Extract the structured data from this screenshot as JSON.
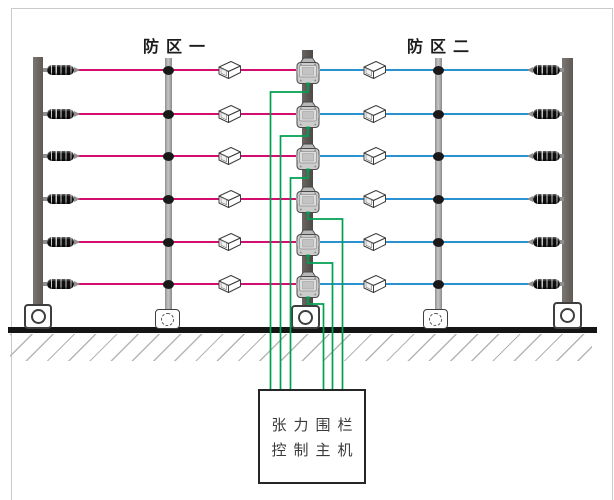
{
  "zones": [
    {
      "label": "防区一",
      "wire_count": 6,
      "wire_color": "#d40e6e"
    },
    {
      "label": "防区二",
      "wire_count": 6,
      "wire_color": "#2b93d1"
    }
  ],
  "control_box": {
    "title_line1": "张力围栏",
    "title_line2": "控制主机"
  },
  "signal": {
    "wire_color": "#00a050",
    "sensor_count": 6
  },
  "structure": {
    "wire_levels_y": [
      70,
      114,
      156,
      199,
      242,
      284
    ],
    "posts": [
      "left-end-post",
      "zone1-mid-post",
      "center-sensor-post",
      "zone2-mid-post",
      "right-end-post"
    ],
    "post_color": "#6b6661",
    "mid_post_color": "#a8a8a8",
    "ground_color": "#151515"
  }
}
